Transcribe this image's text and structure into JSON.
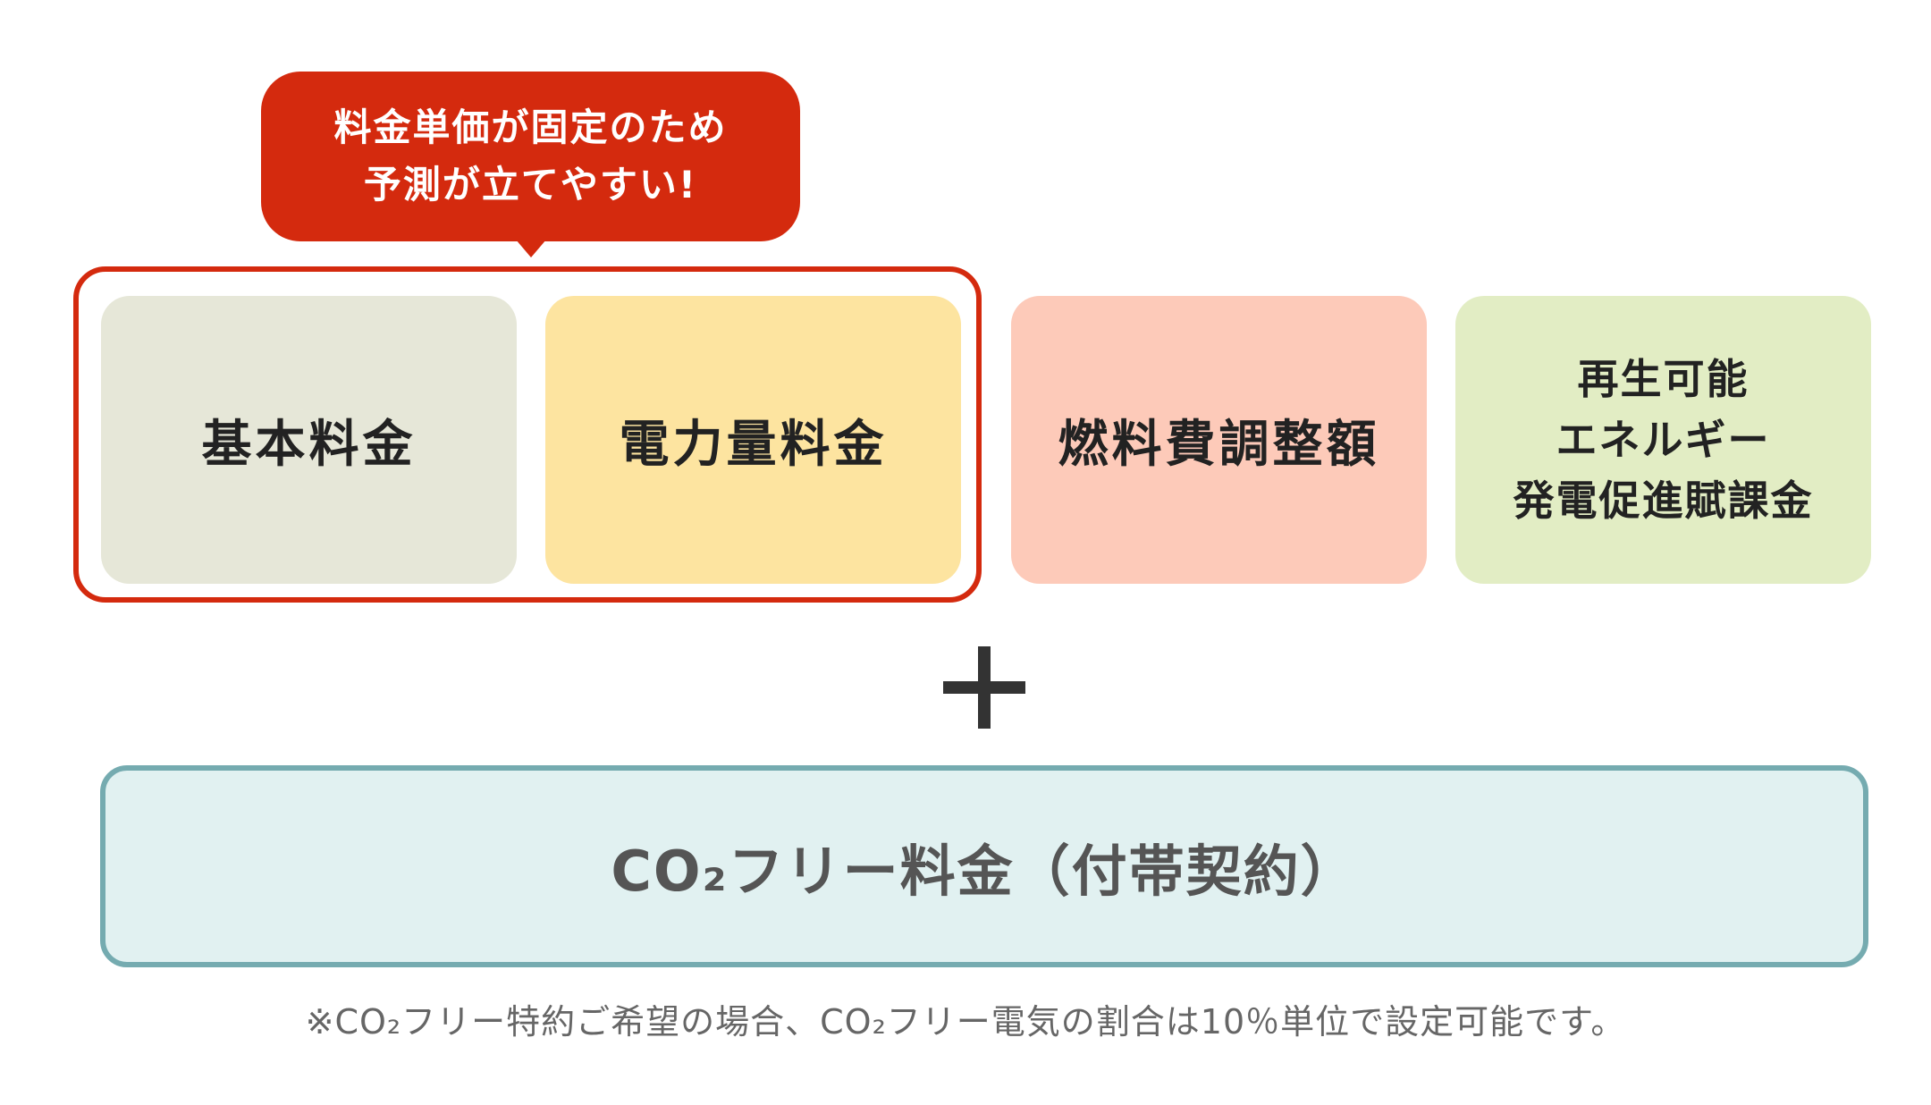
{
  "callout": {
    "line1": "料金単価が固定のため",
    "line2": "予測が立てやすい!",
    "color": "#d42a0e"
  },
  "boxes": [
    {
      "label": "基本料金",
      "color": "#e6e7d8"
    },
    {
      "label": "電力量料金",
      "color": "#fde4a0"
    },
    {
      "label": "燃料費調整額",
      "color": "#fdcab9"
    },
    {
      "lines": [
        "再生可能",
        "エネルギー",
        "発電促進賦課金"
      ],
      "color": "#e2edc4"
    }
  ],
  "plus_icon": "plus-icon",
  "co2": {
    "label": "CO₂フリー料金（付帯契約）",
    "color": "#e1f1f1",
    "border_color": "#75abb0"
  },
  "footnote": "※CO₂フリー特約ご希望の場合、CO₂フリー電気の割合は10％単位で設定可能です。"
}
